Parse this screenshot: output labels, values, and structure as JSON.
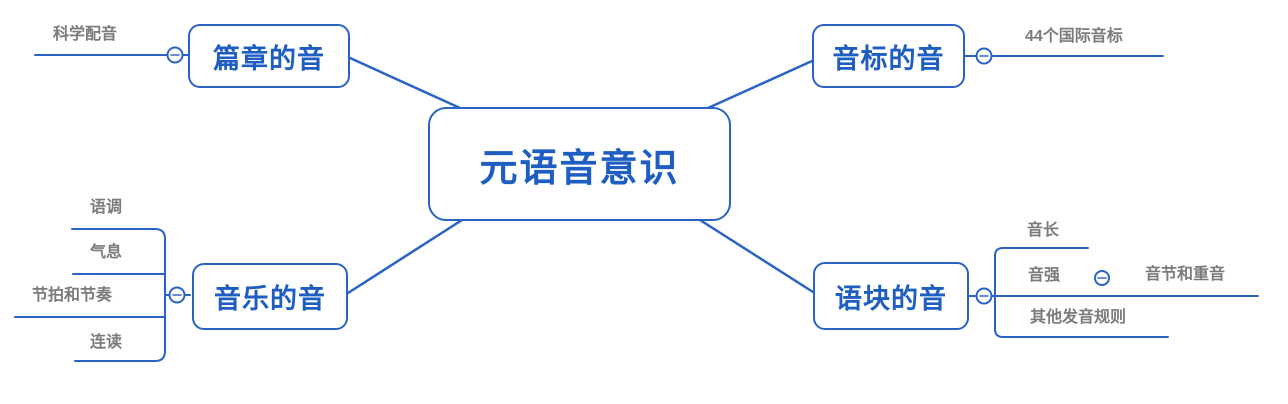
{
  "mindmap": {
    "type": "mindmap",
    "root": {
      "label": "元语音意识"
    },
    "branches": [
      {
        "label": "篇章的音",
        "position": "top-left",
        "children": [
          {
            "label": "科学配音"
          }
        ]
      },
      {
        "label": "音标的音",
        "position": "top-right",
        "children": [
          {
            "label": "44个国际音标"
          }
        ]
      },
      {
        "label": "音乐的音",
        "position": "bottom-left",
        "children": [
          {
            "label": "语调"
          },
          {
            "label": "气息"
          },
          {
            "label": "节拍和节奏"
          },
          {
            "label": "连读"
          }
        ]
      },
      {
        "label": "语块的音",
        "position": "bottom-right",
        "children": [
          {
            "label": "音长"
          },
          {
            "label": "音强",
            "children": [
              {
                "label": "音节和重音"
              }
            ]
          },
          {
            "label": "其他发音规则"
          }
        ]
      }
    ],
    "icons": {
      "collapse": "minus-circle-icon"
    },
    "colors": {
      "wire_blue": "#2a63c4",
      "node_text_blue": "#1e5ec2",
      "subtopic_gray": "#7b7b7b",
      "node_background": "#ffffff"
    }
  }
}
